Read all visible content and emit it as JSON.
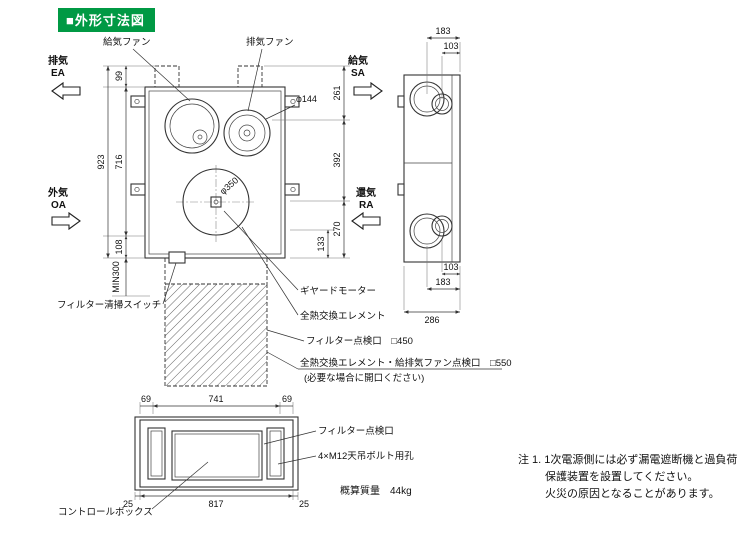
{
  "header": {
    "title": "■外形寸法図"
  },
  "airflow": {
    "ea": {
      "name": "排気",
      "code": "EA"
    },
    "sa": {
      "name": "給気",
      "code": "SA"
    },
    "oa": {
      "name": "外気",
      "code": "OA"
    },
    "ra": {
      "name": "還気",
      "code": "RA"
    }
  },
  "callouts": {
    "supply_fan": "給気ファン",
    "exhaust_fan": "排気ファン",
    "filter_cleaning_switch": "フィルター清掃スイッチ",
    "geared_motor": "ギヤードモーター",
    "heat_exchange_element": "全熱交換エレメント",
    "filter_inspection_port": "フィルター点検口　□450",
    "element_fan_inspection_port": "全熱交換エレメント・給排気ファン点検口　□550",
    "opening_note": "(必要な場合に開口ください)",
    "filter_inspection_port_bottom": "フィルター点検口",
    "bolt_holes": "4×M12天吊ボルト用孔",
    "control_box": "コントロールボックス",
    "mass": "概算質量　44kg"
  },
  "dims": {
    "d99": "99",
    "d716": "716",
    "d923": "923",
    "d108": "108",
    "min300": "MIN300",
    "d261": "261",
    "d392": "392",
    "d270": "270",
    "d133": "133",
    "phi144": "φ144",
    "phi350": "φ350",
    "side_top_183": "183",
    "side_top_103": "103",
    "side_bottom_103": "103",
    "side_bottom_183": "183",
    "side_286": "286",
    "bottom_69_left": "69",
    "bottom_741": "741",
    "bottom_69_right": "69",
    "bottom_25_left": "25",
    "bottom_817": "817",
    "bottom_25_right": "25"
  },
  "note": {
    "line1": "注 1. 1次電源側には必ず漏電遮断機と過負荷",
    "line2": "保護装置を設置してください。",
    "line3": "火災の原因となることがあります。"
  }
}
